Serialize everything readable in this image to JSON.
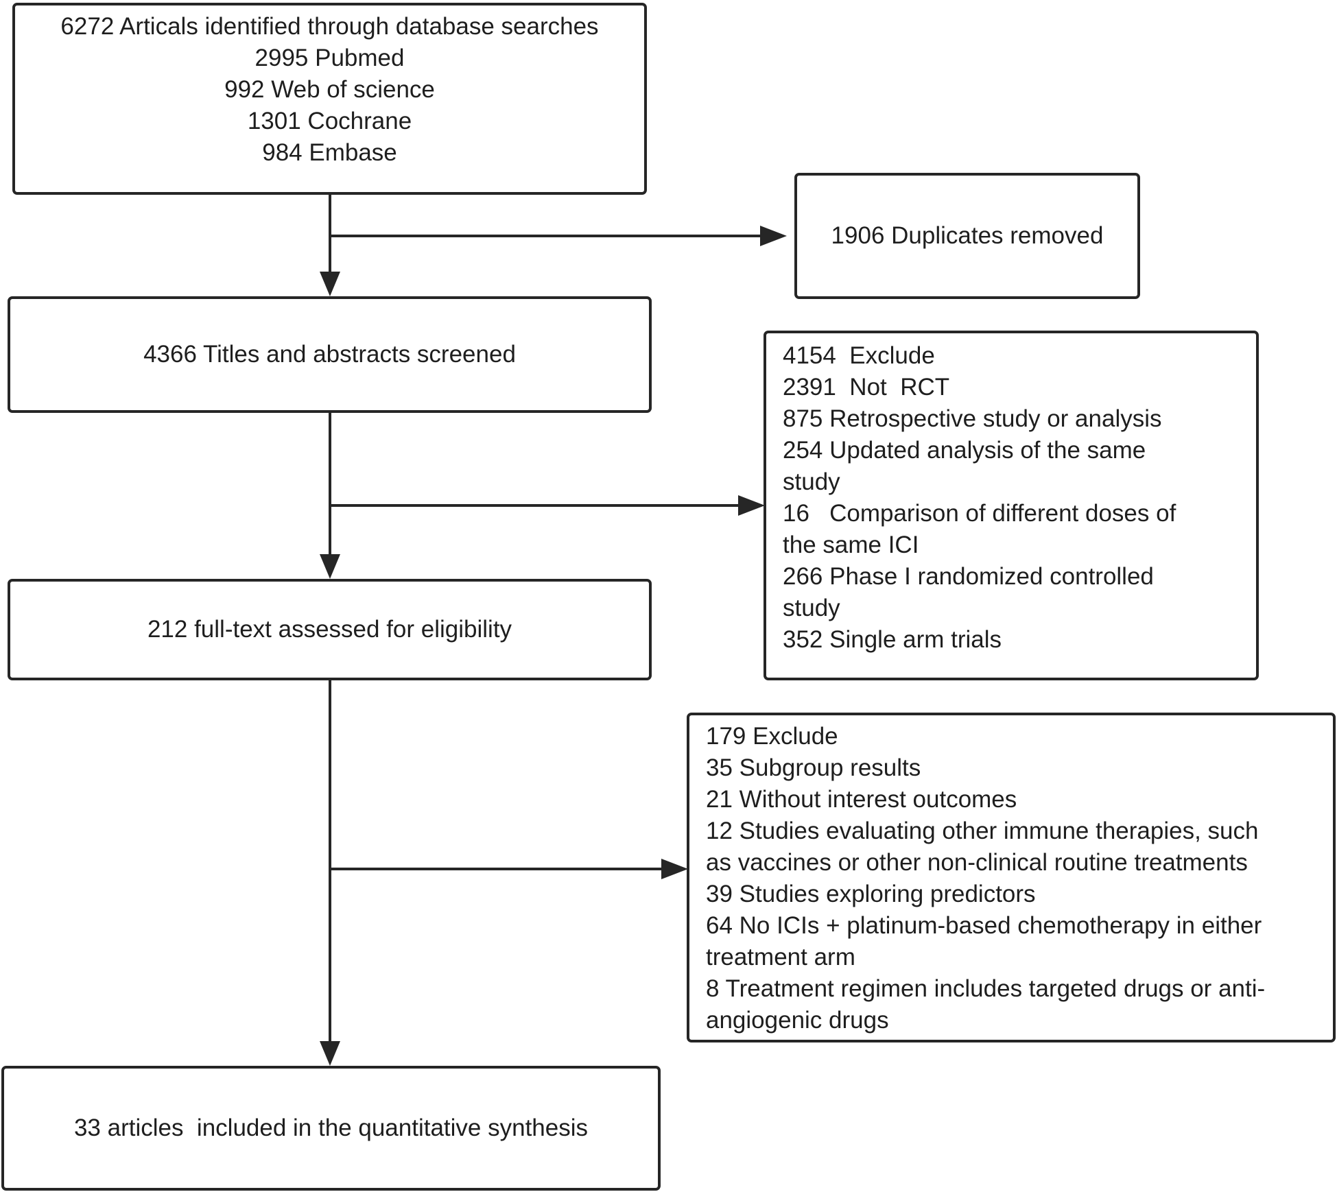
{
  "identification": {
    "lines": [
      "6272 Articals identified through database searches",
      "2995 Pubmed",
      "992 Web of science",
      "1301 Cochrane",
      "984 Embase"
    ]
  },
  "duplicates": {
    "text": "1906 Duplicates removed"
  },
  "screening": {
    "text": "4366 Titles and abstracts screened"
  },
  "screening_exclusions": {
    "lines": [
      "4154  Exclude",
      "2391  Not  RCT",
      "875 Retrospective study or analysis",
      "254 Updated analysis of the same",
      "study",
      "16   Comparison of different doses of",
      "the same ICI",
      "266 Phase I randomized controlled",
      "study",
      "352 Single arm trials"
    ]
  },
  "eligibility": {
    "text": "212 full-text assessed for eligibility"
  },
  "eligibility_exclusions": {
    "lines": [
      "179 Exclude",
      "35 Subgroup results",
      "21 Without interest outcomes",
      "12 Studies evaluating other immune therapies, such",
      "as vaccines or other non-clinical routine treatments",
      "39 Studies exploring predictors",
      "64 No ICIs + platinum-based chemotherapy in either",
      "treatment arm",
      "8 Treatment regimen includes targeted drugs or anti-",
      "angiogenic drugs"
    ]
  },
  "included": {
    "text": "33 articles  included in the quantitative synthesis"
  }
}
